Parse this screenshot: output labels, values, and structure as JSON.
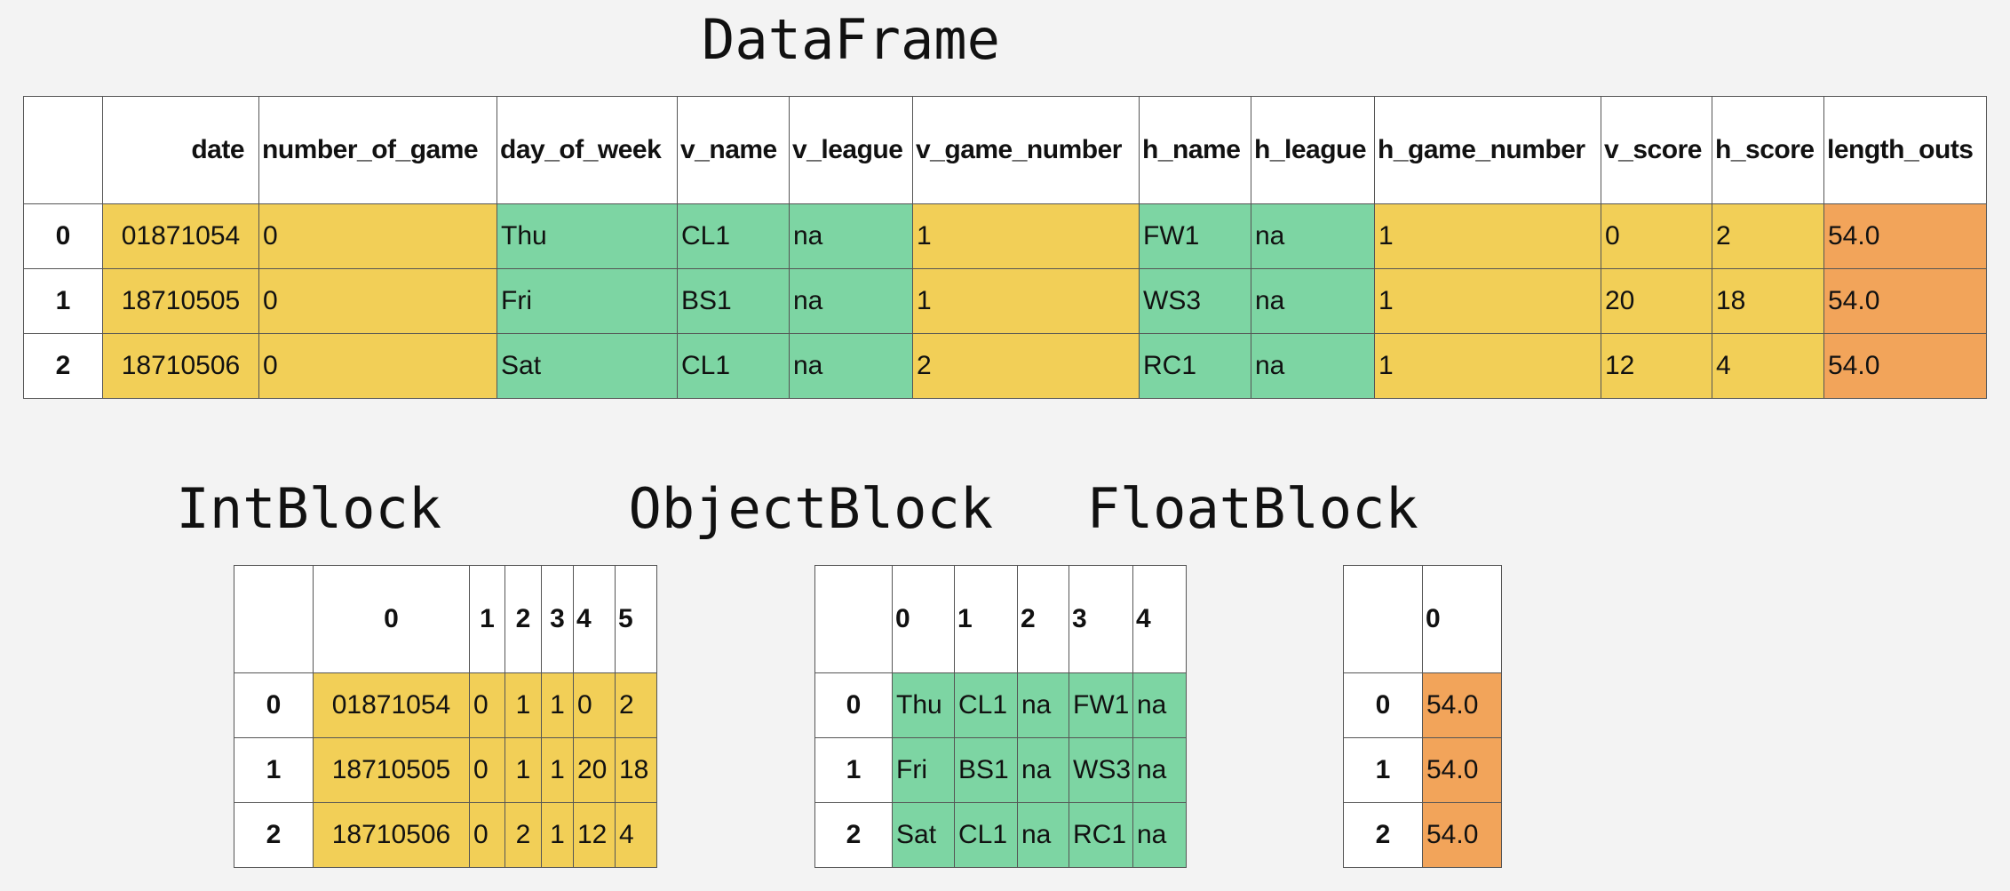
{
  "dataframe": {
    "title": "DataFrame",
    "columns": [
      "date",
      "number_of_game",
      "day_of_week",
      "v_name",
      "v_league",
      "v_game_number",
      "h_name",
      "h_league",
      "h_game_number",
      "v_score",
      "h_score",
      "length_outs"
    ],
    "column_colors": [
      "yellow",
      "yellow",
      "green",
      "green",
      "green",
      "yellow",
      "green",
      "green",
      "yellow",
      "yellow",
      "yellow",
      "orange"
    ],
    "index": [
      "0",
      "1",
      "2"
    ],
    "rows": [
      [
        "01871054",
        "0",
        "Thu",
        "CL1",
        "na",
        "1",
        "FW1",
        "na",
        "1",
        "0",
        "2",
        "54.0"
      ],
      [
        "18710505",
        "0",
        "Fri",
        "BS1",
        "na",
        "1",
        "WS3",
        "na",
        "1",
        "20",
        "18",
        "54.0"
      ],
      [
        "18710506",
        "0",
        "Sat",
        "CL1",
        "na",
        "2",
        "RC1",
        "na",
        "1",
        "12",
        "4",
        "54.0"
      ]
    ]
  },
  "int_block": {
    "title": "IntBlock",
    "columns": [
      "0",
      "1",
      "2",
      "3",
      "4",
      "5"
    ],
    "index": [
      "0",
      "1",
      "2"
    ],
    "rows": [
      [
        "01871054",
        "0",
        "1",
        "1",
        "0",
        "2"
      ],
      [
        "18710505",
        "0",
        "1",
        "1",
        "20",
        "18"
      ],
      [
        "18710506",
        "0",
        "2",
        "1",
        "12",
        "4"
      ]
    ]
  },
  "object_block": {
    "title": "ObjectBlock",
    "columns": [
      "0",
      "1",
      "2",
      "3",
      "4"
    ],
    "index": [
      "0",
      "1",
      "2"
    ],
    "rows": [
      [
        "Thu",
        "CL1",
        "na",
        "FW1",
        "na"
      ],
      [
        "Fri",
        "BS1",
        "na",
        "WS3",
        "na"
      ],
      [
        "Sat",
        "CL1",
        "na",
        "RC1",
        "na"
      ]
    ]
  },
  "float_block": {
    "title": "FloatBlock",
    "columns": [
      "0"
    ],
    "index": [
      "0",
      "1",
      "2"
    ],
    "rows": [
      [
        "54.0"
      ],
      [
        "54.0"
      ],
      [
        "54.0"
      ]
    ]
  },
  "colors": {
    "yellow": "#f2cf57",
    "green": "#7dd5a3",
    "orange": "#f2a45a",
    "background": "#f3f3f3",
    "border": "#555555"
  }
}
